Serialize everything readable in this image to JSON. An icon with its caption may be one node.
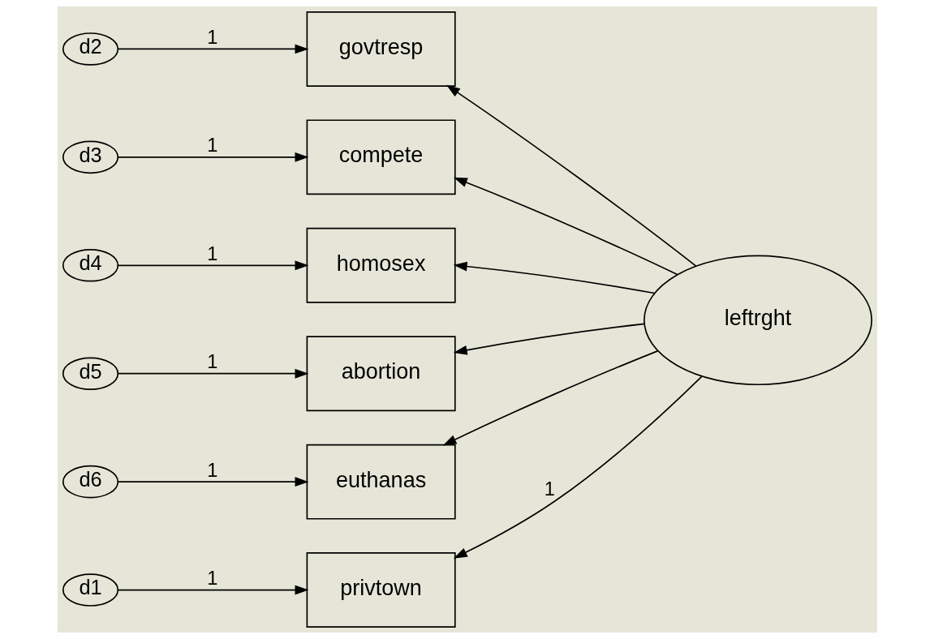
{
  "diagram": {
    "nodes": [
      {
        "text": [
          "privtown"
        ]
      },
      {
        "text": [
          "govtresp"
        ]
      },
      {
        "text": [
          "compete"
        ]
      },
      {
        "text": [
          "homosex"
        ]
      },
      {
        "text": [
          "abortion"
        ]
      },
      {
        "text": [
          "euthanas"
        ]
      },
      {
        "text": [
          "d1"
        ]
      },
      {
        "text": [
          "d2"
        ]
      },
      {
        "text": [
          "d3"
        ]
      },
      {
        "text": [
          "d4"
        ]
      },
      {
        "text": [
          "d5"
        ]
      },
      {
        "text": [
          "d6"
        ]
      },
      {
        "text": [
          "leftrght"
        ]
      }
    ],
    "edges": [
      {
        "from": 6,
        "to": 0,
        "arrow": "to",
        "label": "1"
      },
      {
        "from": 7,
        "to": 1,
        "arrow": "to",
        "label": "1"
      },
      {
        "from": 8,
        "to": 2,
        "arrow": "to",
        "label": "1"
      },
      {
        "from": 9,
        "to": 3,
        "arrow": "to",
        "label": "1"
      },
      {
        "from": 10,
        "to": 4,
        "arrow": "to",
        "label": "1"
      },
      {
        "from": 11,
        "to": 5,
        "arrow": "to",
        "label": "1"
      },
      {
        "from": 12,
        "to": 0,
        "arrow": "to",
        "label": "1"
      },
      {
        "from": 12,
        "to": 1,
        "arrow": "to"
      },
      {
        "from": 12,
        "to": 2,
        "arrow": "to"
      },
      {
        "from": 12,
        "to": 3,
        "arrow": "to"
      },
      {
        "from": 12,
        "to": 4,
        "arrow": "to"
      },
      {
        "from": 12,
        "to": 5,
        "arrow": "to"
      }
    ]
  }
}
